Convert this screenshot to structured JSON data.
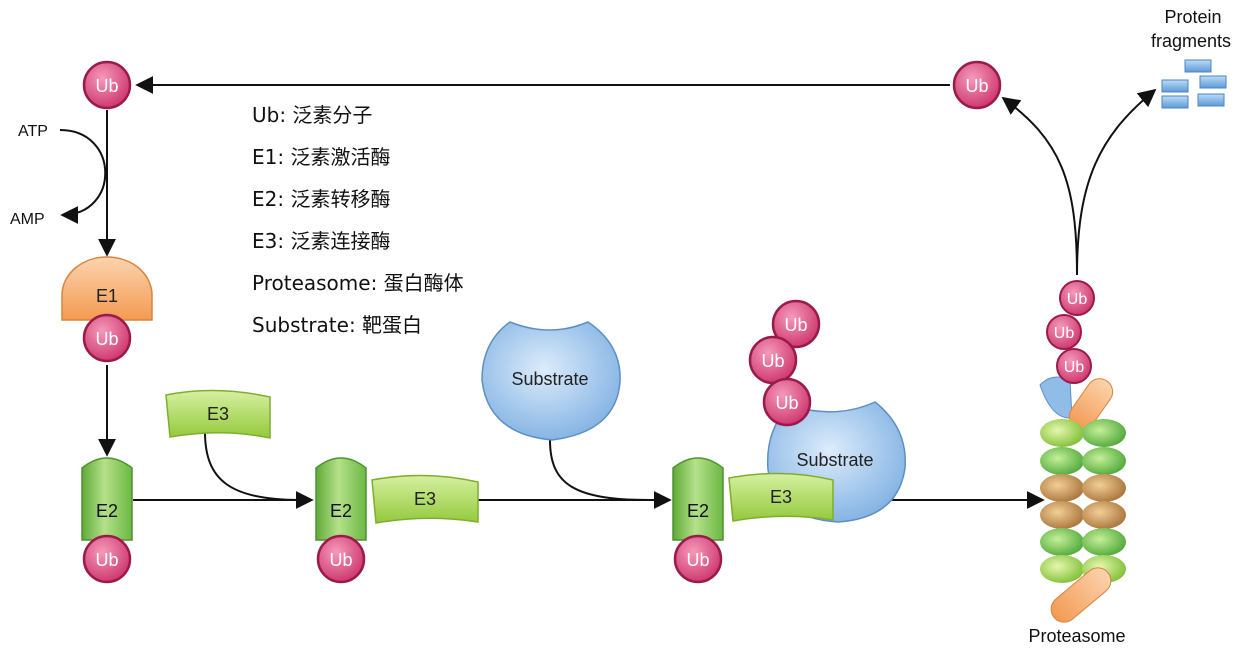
{
  "labels": {
    "ub": "Ub",
    "e1": "E1",
    "e2": "E2",
    "e3": "E3",
    "substrate": "Substrate",
    "atp": "ATP",
    "amp": "AMP",
    "proteasome": "Proteasome",
    "fragments_line1": "Protein",
    "fragments_line2": "fragments"
  },
  "legend": [
    "Ub: 泛素分子",
    "E1:  泛素激活酶",
    "E2:  泛素转移酶",
    "E3:  泛素连接酶",
    "Proteasome:  蛋白酶体",
    "Substrate:  靶蛋白"
  ],
  "colors": {
    "ub_fill": "#d9457a",
    "ub_stroke": "#9a1a4a",
    "e1_fill": "#f7a867",
    "e2_fill": "#7dc353",
    "e3_fill": "#a8d850",
    "substrate_fill": "#8fbde8",
    "proteasome_green": "#8ccd45",
    "proteasome_brown": "#b9874a",
    "proteasome_cap": "#f4a564",
    "fragment_fill": "#6aa7de",
    "arrow": "#111111"
  }
}
